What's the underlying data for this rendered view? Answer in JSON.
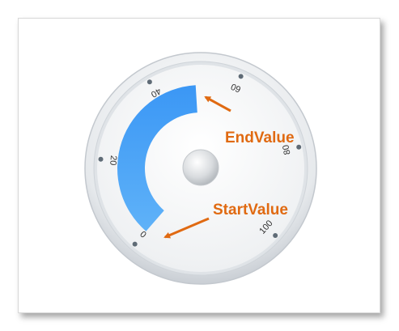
{
  "gauge": {
    "scale": {
      "min": 0,
      "max": 100
    },
    "ticks": [
      "0",
      "20",
      "40",
      "60",
      "80",
      "100"
    ],
    "range_bar": {
      "start_value": 0,
      "end_value": 50,
      "color": "#3f9cf5"
    }
  },
  "callouts": {
    "end_value_label": "EndValue",
    "start_value_label": "StartValue",
    "color": "#e06a12"
  }
}
